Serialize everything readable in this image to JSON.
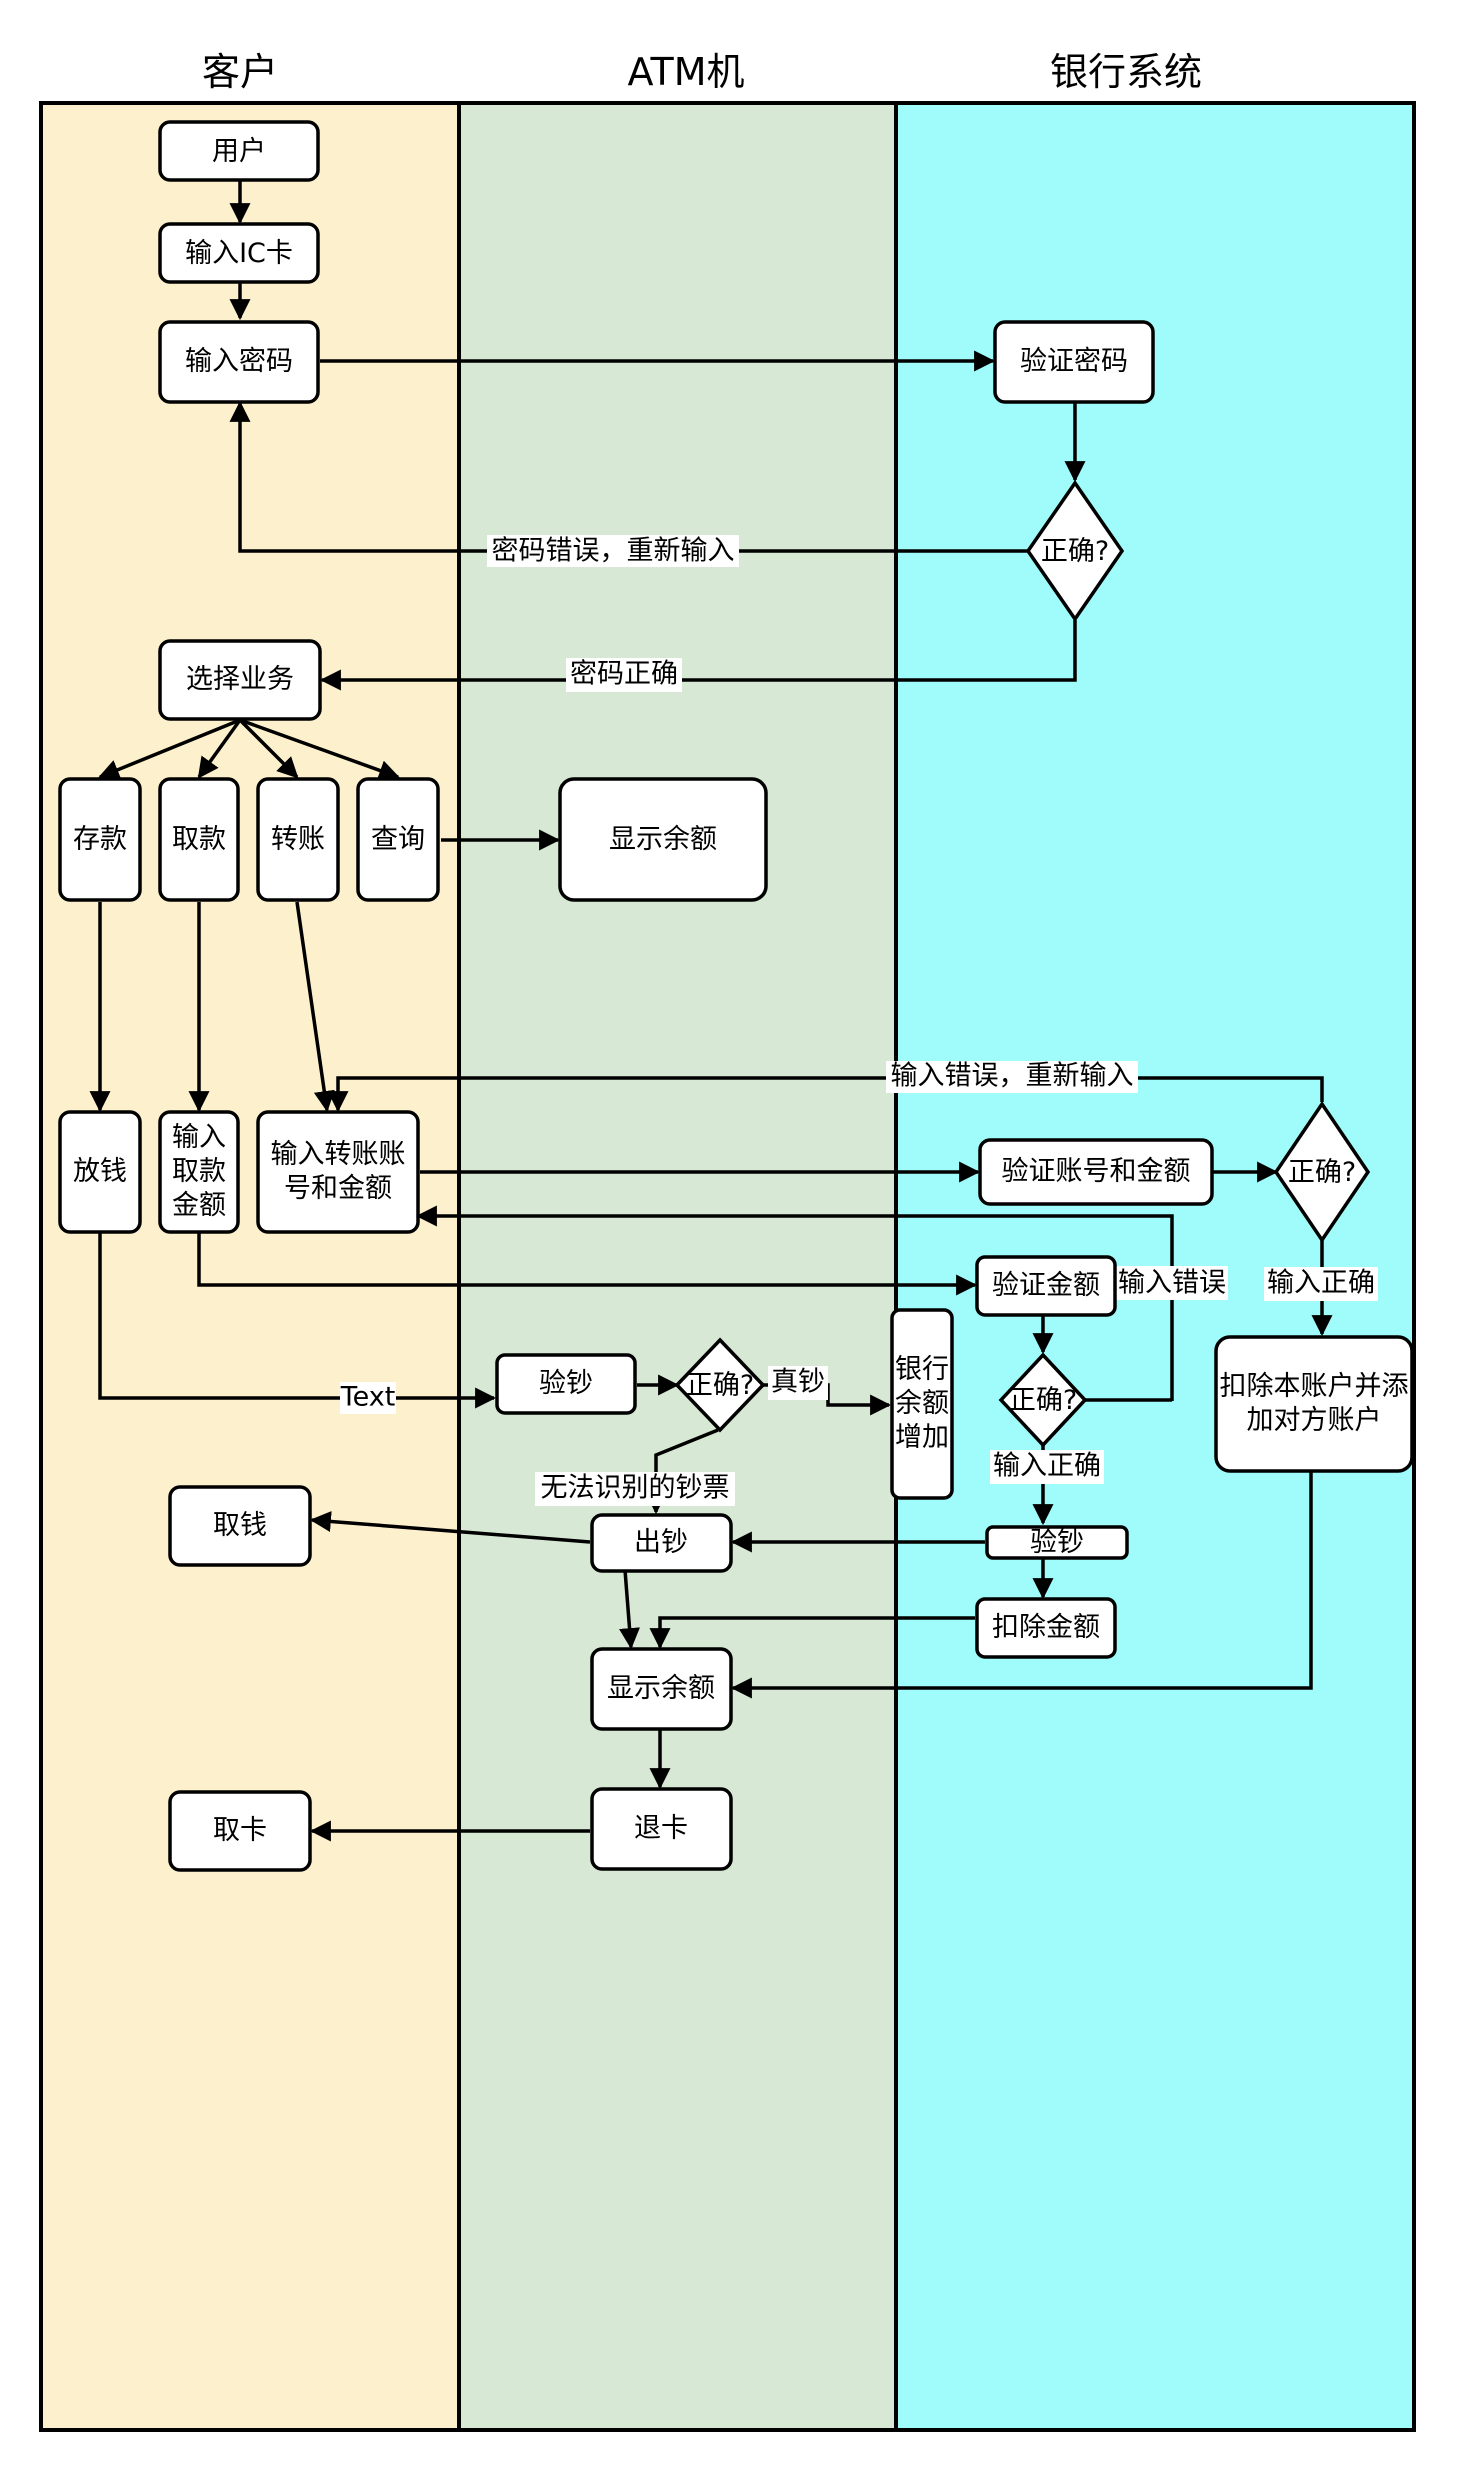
{
  "colors": {
    "lane_customer": "#fdf0cc",
    "lane_atm": "#d7e8d4",
    "lane_bank": "#9ffcfb",
    "stroke": "#000000",
    "node_fill": "#ffffff"
  },
  "lanes": [
    {
      "id": "customer",
      "title": "客户"
    },
    {
      "id": "atm",
      "title": "ATM机"
    },
    {
      "id": "bank",
      "title": "银行系统"
    }
  ],
  "nodes": {
    "user": {
      "label": [
        "用户"
      ]
    },
    "insert_card": {
      "label": [
        "输入IC卡"
      ]
    },
    "enter_pin": {
      "label": [
        "输入密码"
      ]
    },
    "verify_pin": {
      "label": [
        "验证密码"
      ]
    },
    "pin_ok": {
      "label": [
        "正确?"
      ]
    },
    "select_service": {
      "label": [
        "选择业务"
      ]
    },
    "deposit": {
      "label": [
        "存款"
      ]
    },
    "withdraw": {
      "label": [
        "取款"
      ]
    },
    "transfer": {
      "label": [
        "转账"
      ]
    },
    "query": {
      "label": [
        "查询"
      ]
    },
    "show_balance_query": {
      "label": [
        "显示余额"
      ]
    },
    "put_money": {
      "label": [
        "放钱"
      ]
    },
    "enter_withdraw_amount": {
      "label": [
        "输入",
        "取款",
        "金额"
      ]
    },
    "enter_transfer_account": {
      "label": [
        "输入转账账",
        "号和金额"
      ]
    },
    "verify_account_amount": {
      "label": [
        "验证账号和金额"
      ]
    },
    "transfer_ok": {
      "label": [
        "正确?"
      ]
    },
    "verify_amount": {
      "label": [
        "验证金额"
      ]
    },
    "amount_ok": {
      "label": [
        "正确?"
      ]
    },
    "deduct_add": {
      "label": [
        "扣除本账户并添",
        "加对方账户"
      ]
    },
    "check_cash_atm": {
      "label": [
        "验钞"
      ]
    },
    "cash_ok": {
      "label": [
        "正确?"
      ]
    },
    "bank_balance_increase": {
      "label": [
        "银行",
        "余额",
        "增加"
      ]
    },
    "take_money": {
      "label": [
        "取钱"
      ]
    },
    "dispense": {
      "label": [
        "出钞"
      ]
    },
    "check_cash_bank": {
      "label": [
        "验钞"
      ]
    },
    "deduct_amount": {
      "label": [
        "扣除金额"
      ]
    },
    "show_balance": {
      "label": [
        "显示余额"
      ]
    },
    "take_card": {
      "label": [
        "取卡"
      ]
    },
    "eject_card": {
      "label": [
        "退卡"
      ]
    }
  },
  "edge_labels": {
    "pin_wrong": "密码错误，重新输入",
    "pin_right": "密码正确",
    "transfer_wrong": "输入错误，重新输入",
    "transfer_right": "输入正确",
    "amount_wrong": "输入错误",
    "amount_right": "输入正确",
    "text": "Text",
    "real_cash": "真钞",
    "unrecognized": "无法识别的钞票"
  }
}
